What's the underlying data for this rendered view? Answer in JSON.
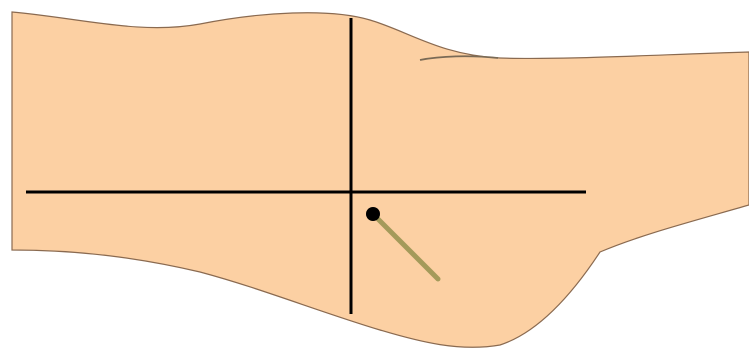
{
  "diagram": {
    "subject": "limb-outline-with-reference-axes",
    "colors": {
      "background": "#ffffff",
      "skin_fill": "#fcd0a3",
      "skin_outline": "#8a6a50",
      "axis_lines": "#000000",
      "marker_dot": "#000000",
      "needle_fill": "#a49a5a",
      "needle_edge": "#6e6a3a",
      "crease_line": "#7a6a55"
    },
    "elements": {
      "limb": "limb-outline",
      "crease": "skin-crease",
      "vertical_axis": "vertical-axis",
      "horizontal_axis": "horizontal-axis",
      "entry_point": "entry-point-marker",
      "needle": "needle"
    }
  }
}
